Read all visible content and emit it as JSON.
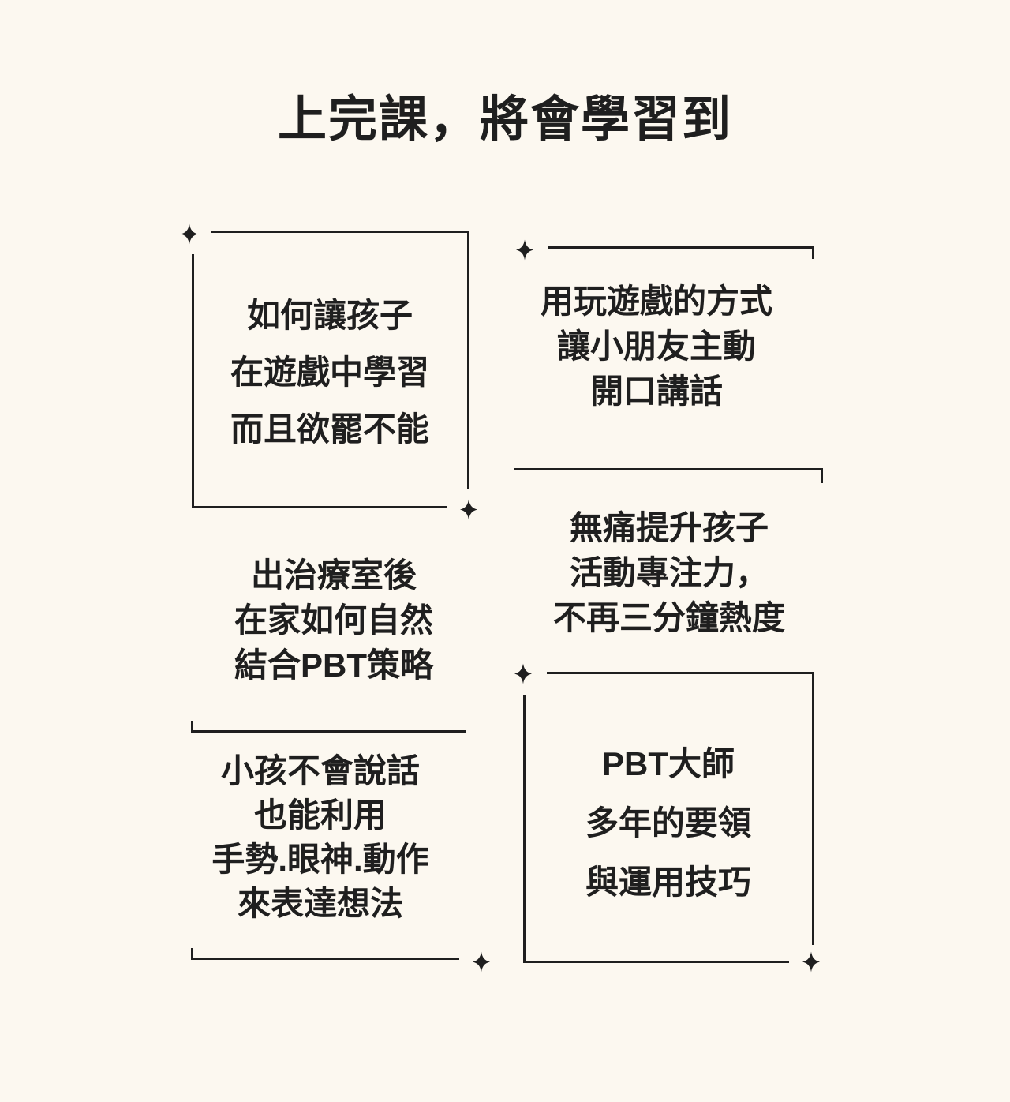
{
  "colors": {
    "background": "#FCF8F0",
    "ink": "#1F1F1F"
  },
  "title": "上完課，將會學習到",
  "blocks": [
    {
      "name": "learn-in-games",
      "lines": [
        "如何讓孩子",
        "在遊戲中學習",
        "而且欲罷不能"
      ]
    },
    {
      "name": "kids-speak-up",
      "lines": [
        "用玩遊戲的方式",
        "讓小朋友主動",
        "開口講話"
      ]
    },
    {
      "name": "focus-boost",
      "lines": [
        "無痛提升孩子",
        "活動專注力，",
        "不再三分鐘熱度"
      ]
    },
    {
      "name": "pbt-at-home",
      "lines": [
        "出治療室後",
        "在家如何自然",
        "結合PBT策略"
      ]
    },
    {
      "name": "nonverbal-expression",
      "lines": [
        "小孩不會說話",
        "也能利用",
        "手勢.眼神.動作",
        "來表達想法"
      ]
    },
    {
      "name": "pbt-master-skills",
      "lines": [
        "PBT大師",
        "多年的要領",
        "與運用技巧"
      ]
    }
  ],
  "icons": {
    "sparkle": "four-pointed-star"
  }
}
